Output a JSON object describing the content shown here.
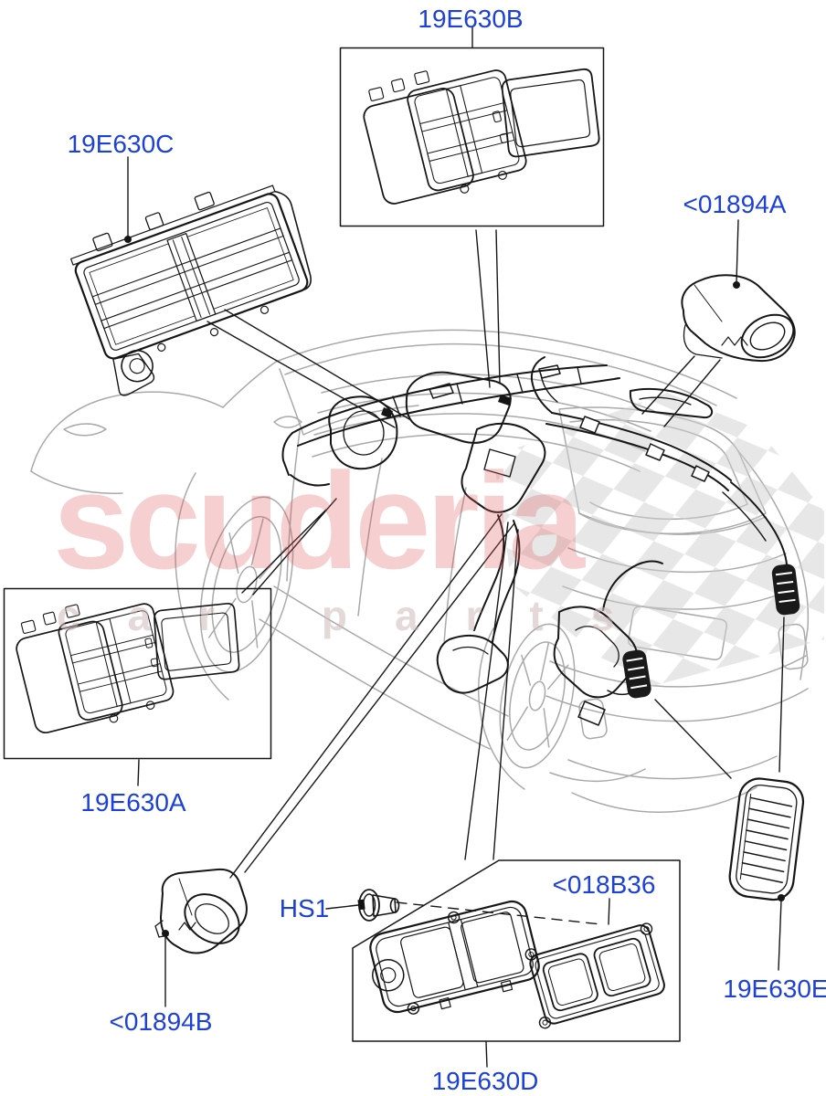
{
  "diagram": {
    "part_labels": {
      "e630b": "19E630B",
      "e630c": "19E630C",
      "a01894a": "<01894A",
      "e630a": "19E630A",
      "a01894b": "<01894B",
      "hs1": "HS1",
      "b018b36": "<018B36",
      "e630d": "19E630D",
      "e630e": "19E630E"
    }
  },
  "watermark": {
    "brand": "scuderia",
    "tagline": "car parts"
  },
  "colors": {
    "label_blue": "#1d41d6",
    "line_black": "#161616",
    "car_gray": "#a9a9a9",
    "watermark_pink": "#e05a5a",
    "watermark_diamond": "#cfcfcf",
    "watermark_tagline": "#cfb9b9"
  }
}
